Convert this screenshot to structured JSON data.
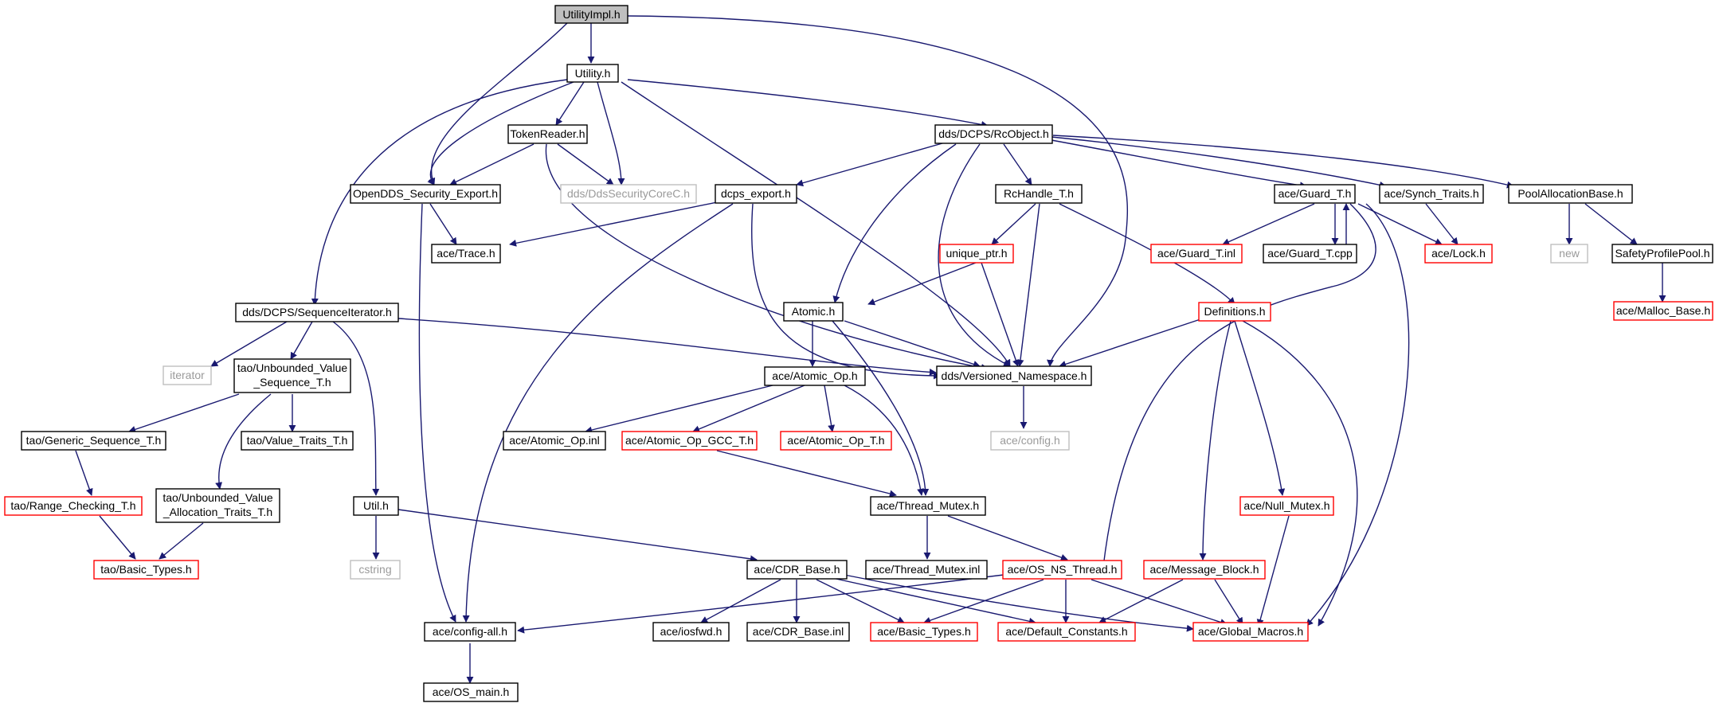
{
  "colors": {
    "edge": "#191970",
    "border_black": "#000000",
    "border_red": "#ff0000",
    "border_gray": "#bfbfbf",
    "root_fill": "#bfbfbf",
    "text": "#000000",
    "text_gray": "#9a9a9a"
  },
  "nodes": [
    {
      "id": "utilityimpl",
      "label": "UtilityImpl.h",
      "style": "root"
    },
    {
      "id": "utility",
      "label": "Utility.h",
      "style": "black"
    },
    {
      "id": "tokenreader",
      "label": "TokenReader.h",
      "style": "black"
    },
    {
      "id": "rcobject",
      "label": "dds/DCPS/RcObject.h",
      "style": "black"
    },
    {
      "id": "security_export",
      "label": "OpenDDS_Security_Export.h",
      "style": "black"
    },
    {
      "id": "ddssecuritycorec",
      "label": "dds/DdsSecurityCoreC.h",
      "style": "gray"
    },
    {
      "id": "dcps_export",
      "label": "dcps_export.h",
      "style": "black"
    },
    {
      "id": "rchandle",
      "label": "RcHandle_T.h",
      "style": "black"
    },
    {
      "id": "guard_t_h",
      "label": "ace/Guard_T.h",
      "style": "black"
    },
    {
      "id": "synch_traits",
      "label": "ace/Synch_Traits.h",
      "style": "black"
    },
    {
      "id": "poolallocationbase",
      "label": "PoolAllocationBase.h",
      "style": "black"
    },
    {
      "id": "trace",
      "label": "ace/Trace.h",
      "style": "black"
    },
    {
      "id": "unique_ptr",
      "label": "unique_ptr.h",
      "style": "red"
    },
    {
      "id": "guard_t_inl",
      "label": "ace/Guard_T.inl",
      "style": "red"
    },
    {
      "id": "guard_t_cpp",
      "label": "ace/Guard_T.cpp",
      "style": "black"
    },
    {
      "id": "lock",
      "label": "ace/Lock.h",
      "style": "red"
    },
    {
      "id": "new",
      "label": "new",
      "style": "gray"
    },
    {
      "id": "safetyprofilepool",
      "label": "SafetyProfilePool.h",
      "style": "black"
    },
    {
      "id": "malloc_base",
      "label": "ace/Malloc_Base.h",
      "style": "red"
    },
    {
      "id": "sequenceiterator",
      "label": "dds/DCPS/SequenceIterator.h",
      "style": "black"
    },
    {
      "id": "atomic",
      "label": "Atomic.h",
      "style": "black"
    },
    {
      "id": "definitions",
      "label": "Definitions.h",
      "style": "red"
    },
    {
      "id": "iterator",
      "label": "iterator",
      "style": "gray"
    },
    {
      "id": "unbounded_value_seq_line1",
      "label": "tao/Unbounded_Value",
      "style": "black"
    },
    {
      "id": "unbounded_value_seq_line2",
      "label": "_Sequence_T.h",
      "style": "black"
    },
    {
      "id": "versioned_namespace",
      "label": "dds/Versioned_Namespace.h",
      "style": "black"
    },
    {
      "id": "atomic_op",
      "label": "ace/Atomic_Op.h",
      "style": "black"
    },
    {
      "id": "config",
      "label": "ace/config.h",
      "style": "gray"
    },
    {
      "id": "generic_sequence",
      "label": "tao/Generic_Sequence_T.h",
      "style": "black"
    },
    {
      "id": "value_traits",
      "label": "tao/Value_Traits_T.h",
      "style": "black"
    },
    {
      "id": "atomic_op_inl",
      "label": "ace/Atomic_Op.inl",
      "style": "black"
    },
    {
      "id": "atomic_op_gcc",
      "label": "ace/Atomic_Op_GCC_T.h",
      "style": "red"
    },
    {
      "id": "atomic_op_t",
      "label": "ace/Atomic_Op_T.h",
      "style": "red"
    },
    {
      "id": "range_checking",
      "label": "tao/Range_Checking_T.h",
      "style": "red"
    },
    {
      "id": "unbounded_alloc_line1",
      "label": "tao/Unbounded_Value",
      "style": "black"
    },
    {
      "id": "unbounded_alloc_line2",
      "label": "_Allocation_Traits_T.h",
      "style": "black"
    },
    {
      "id": "util",
      "label": "Util.h",
      "style": "black"
    },
    {
      "id": "thread_mutex",
      "label": "ace/Thread_Mutex.h",
      "style": "black"
    },
    {
      "id": "null_mutex",
      "label": "ace/Null_Mutex.h",
      "style": "red"
    },
    {
      "id": "tao_basic_types",
      "label": "tao/Basic_Types.h",
      "style": "red"
    },
    {
      "id": "cstring",
      "label": "cstring",
      "style": "gray"
    },
    {
      "id": "cdr_base",
      "label": "ace/CDR_Base.h",
      "style": "black"
    },
    {
      "id": "thread_mutex_inl",
      "label": "ace/Thread_Mutex.inl",
      "style": "black"
    },
    {
      "id": "os_ns_thread",
      "label": "ace/OS_NS_Thread.h",
      "style": "red"
    },
    {
      "id": "message_block",
      "label": "ace/Message_Block.h",
      "style": "red"
    },
    {
      "id": "config_all",
      "label": "ace/config-all.h",
      "style": "black"
    },
    {
      "id": "iosfwd",
      "label": "ace/iosfwd.h",
      "style": "black"
    },
    {
      "id": "cdr_base_inl",
      "label": "ace/CDR_Base.inl",
      "style": "black"
    },
    {
      "id": "ace_basic_types",
      "label": "ace/Basic_Types.h",
      "style": "red"
    },
    {
      "id": "default_constants",
      "label": "ace/Default_Constants.h",
      "style": "red"
    },
    {
      "id": "global_macros",
      "label": "ace/Global_Macros.h",
      "style": "red"
    },
    {
      "id": "os_main",
      "label": "ace/OS_main.h",
      "style": "black"
    }
  ]
}
